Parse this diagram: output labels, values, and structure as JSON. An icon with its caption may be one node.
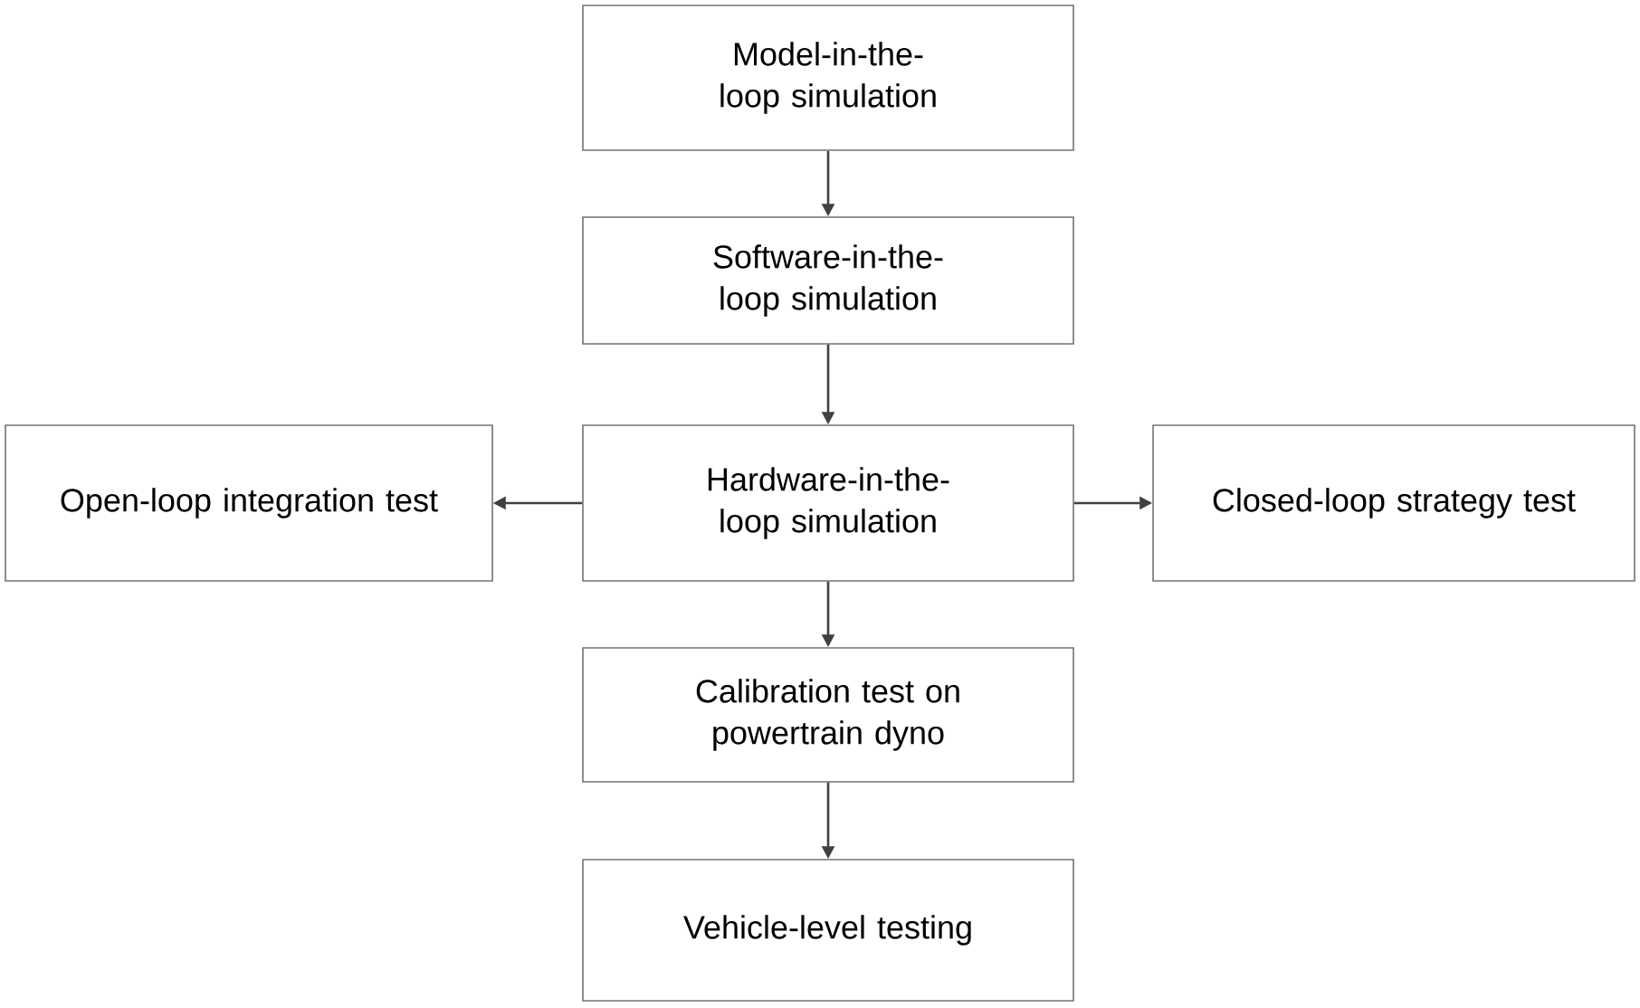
{
  "diagram": {
    "nodes": [
      {
        "text": [
          "Model-in-the-loop simulation"
        ]
      },
      {
        "text": [
          "Software-in-the-loop simulation"
        ]
      },
      {
        "text": [
          "Hardware-in-the-loop simulation"
        ]
      },
      {
        "text": [
          "Open-loop integration test"
        ]
      },
      {
        "text": [
          "Closed-loop strategy test"
        ]
      },
      {
        "text": [
          "Calibration test on powertrain dyno"
        ]
      },
      {
        "text": [
          "Vehicle-level testing"
        ]
      }
    ],
    "edges": [
      {
        "from": 0,
        "to": 1,
        "arrow": "to"
      },
      {
        "from": 1,
        "to": 2,
        "arrow": "to"
      },
      {
        "from": 2,
        "to": 3,
        "arrow": "to"
      },
      {
        "from": 2,
        "to": 4,
        "arrow": "to"
      },
      {
        "from": 2,
        "to": 5,
        "arrow": "to"
      },
      {
        "from": 5,
        "to": 6,
        "arrow": "to"
      }
    ]
  }
}
